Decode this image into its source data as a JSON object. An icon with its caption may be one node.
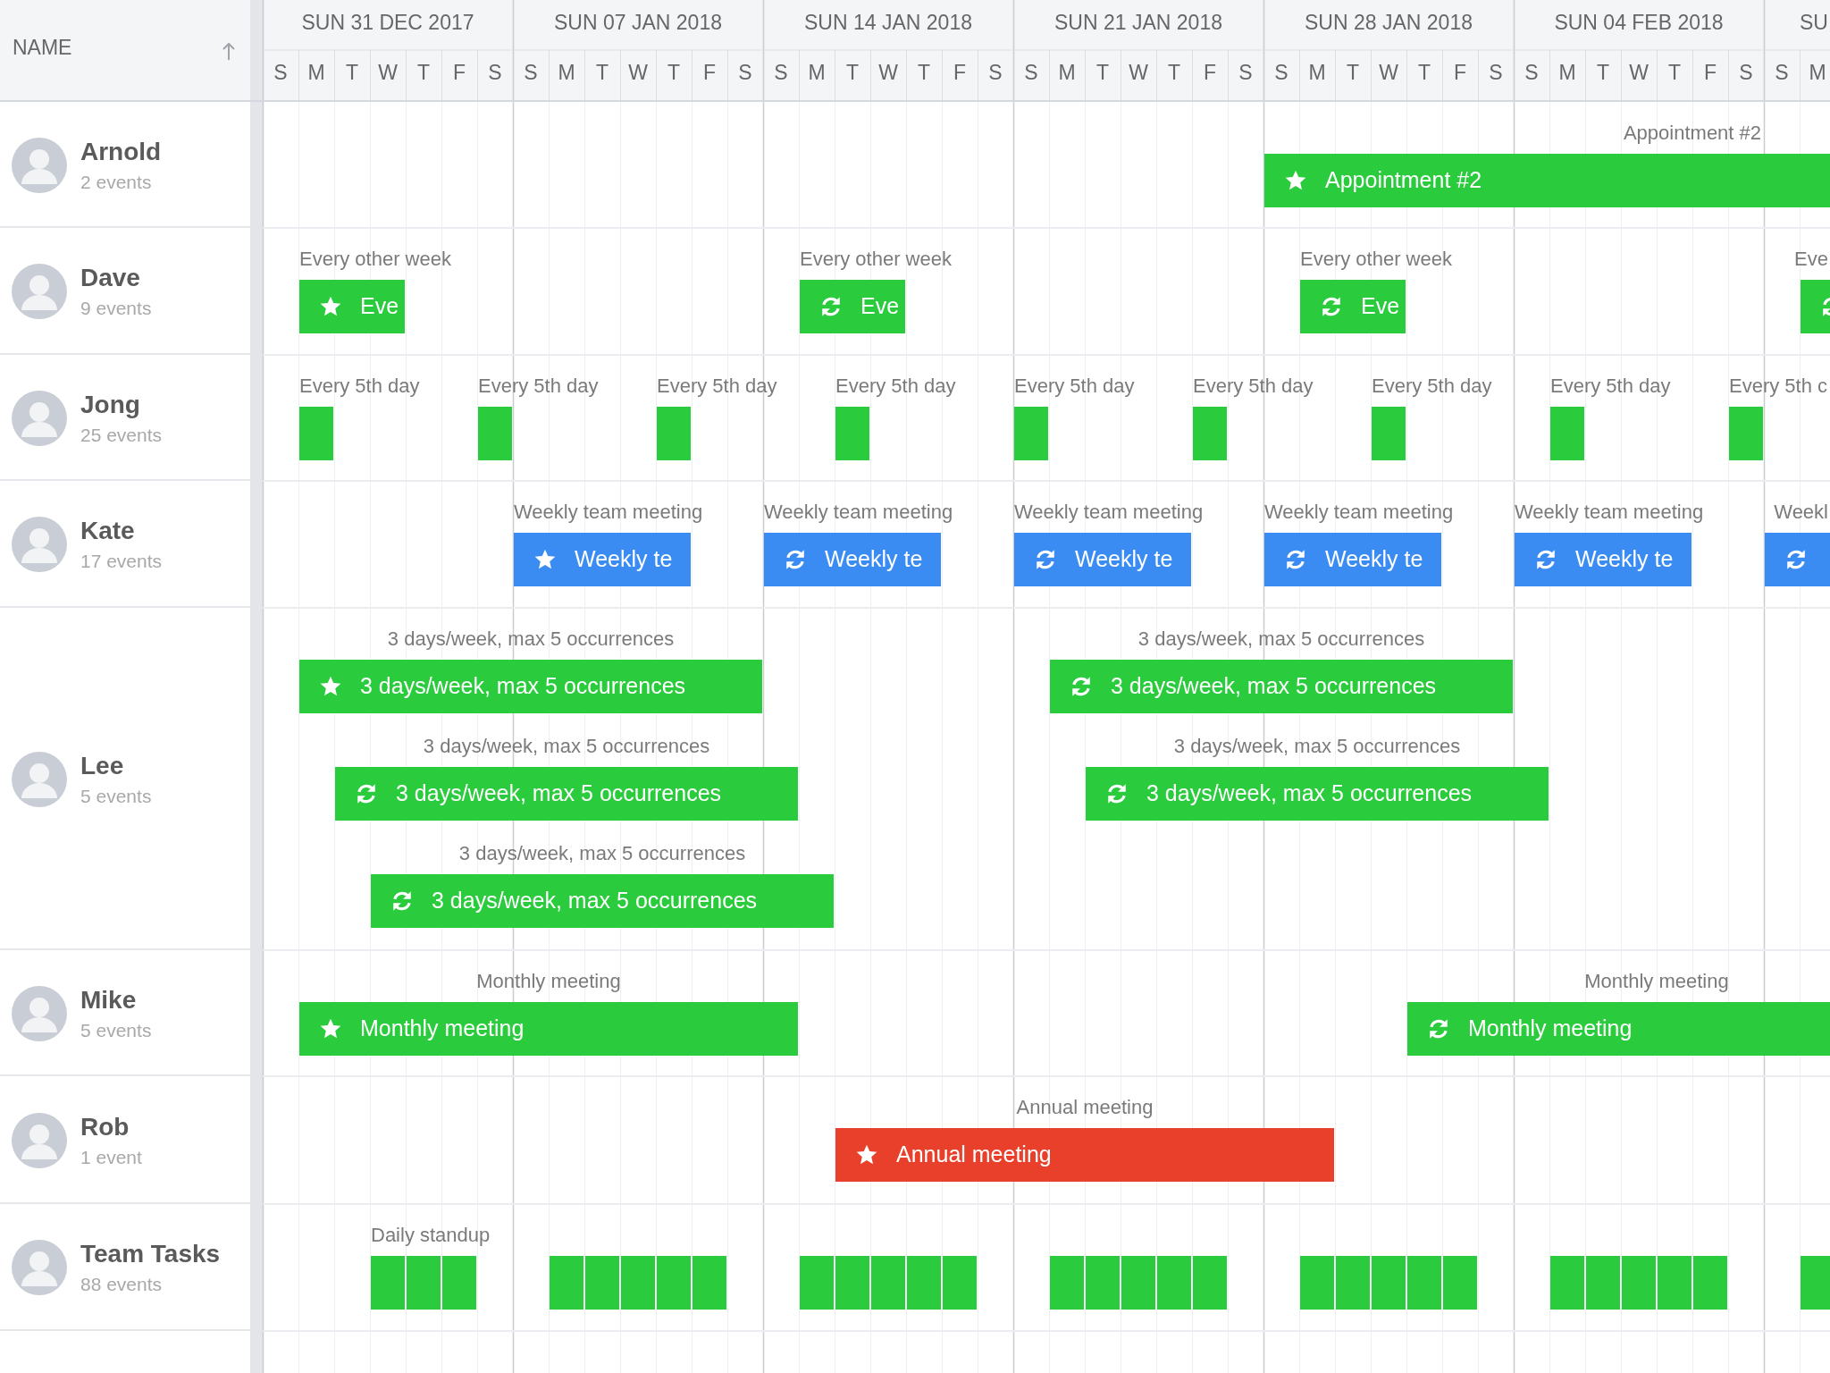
{
  "diagram": {
    "nodes": [
      {
        "text": [
          "Arnold",
          "2 events"
        ]
      },
      {
        "text": [
          "Dave",
          "9 events"
        ]
      },
      {
        "text": [
          "Jong",
          "25 events"
        ]
      },
      {
        "text": [
          "Kate",
          "17 events"
        ]
      },
      {
        "text": [
          "Lee",
          "5 events"
        ]
      },
      {
        "text": [
          "Mike",
          "5 events"
        ]
      },
      {
        "text": [
          "Rob",
          "1 event"
        ]
      },
      {
        "text": [
          "Team Tasks",
          "88 events"
        ]
      },
      {
        "text": [
          "Appointment #2"
        ],
        "beside": [
          "Appointment #2"
        ]
      },
      {
        "text": [
          "Eve"
        ],
        "beside": [
          "Every other week"
        ]
      },
      {
        "text": [
          "Eve"
        ],
        "beside": [
          "Every other week"
        ]
      },
      {
        "text": [
          "Eve"
        ],
        "beside": [
          "Every other week"
        ]
      },
      {
        "text": [],
        "shape": "bar",
        "beside": [
          "Eve"
        ]
      },
      {
        "text": [],
        "shape": "bar",
        "beside": [
          "Every 5th day"
        ]
      },
      {
        "text": [],
        "shape": "bar",
        "beside": [
          "Every 5th day"
        ]
      },
      {
        "text": [],
        "shape": "bar",
        "beside": [
          "Every 5th day"
        ]
      },
      {
        "text": [],
        "shape": "bar",
        "beside": [
          "Every 5th day"
        ]
      },
      {
        "text": [],
        "shape": "bar",
        "beside": [
          "Every 5th day"
        ]
      },
      {
        "text": [],
        "shape": "bar",
        "beside": [
          "Every 5th day"
        ]
      },
      {
        "text": [],
        "shape": "bar",
        "beside": [
          "Every 5th day"
        ]
      },
      {
        "text": [],
        "shape": "bar",
        "beside": [
          "Every 5th day"
        ]
      },
      {
        "text": [],
        "shape": "bar",
        "beside": [
          "Every 5th c"
        ]
      },
      {
        "text": [
          "Weekly te"
        ],
        "beside": [
          "Weekly team meeting"
        ]
      },
      {
        "text": [
          "Weekly te"
        ],
        "beside": [
          "Weekly team meeting"
        ]
      },
      {
        "text": [
          "Weekly te"
        ],
        "beside": [
          "Weekly team meeting"
        ]
      },
      {
        "text": [
          "Weekly te"
        ],
        "beside": [
          "Weekly team meeting"
        ]
      },
      {
        "text": [
          "Weekly te"
        ],
        "beside": [
          "Weekly team meeting"
        ]
      },
      {
        "text": [],
        "shape": "bar",
        "beside": [
          "Weekl"
        ]
      },
      {
        "text": [
          "3 days/week, max 5 occurrences"
        ],
        "beside": [
          "3 days/week, max 5 occurrences"
        ]
      },
      {
        "text": [
          "3 days/week, max 5 occurrences"
        ],
        "beside": [
          "3 days/week, max 5 occurrences"
        ]
      },
      {
        "text": [
          "3 days/week, max 5 occurrences"
        ],
        "beside": [
          "3 days/week, max 5 occurrences"
        ]
      },
      {
        "text": [
          "3 days/week, max 5 occurrences"
        ],
        "beside": [
          "3 days/week, max 5 occurrences"
        ]
      },
      {
        "text": [
          "3 days/week, max 5 occurrences"
        ],
        "beside": [
          "3 days/week, max 5 occurrences"
        ]
      },
      {
        "text": [
          "Monthly meeting"
        ],
        "beside": [
          "Monthly meeting"
        ]
      },
      {
        "text": [
          "Monthly meeting"
        ],
        "beside": [
          "Monthly meeting"
        ]
      },
      {
        "text": [
          "Annual meeting"
        ],
        "beside": [
          "Annual meeting"
        ]
      },
      {
        "text": [],
        "shape": "bar",
        "beside": [
          "Daily standup"
        ]
      },
      {
        "text": [],
        "shape": "bar"
      },
      {
        "text": [],
        "shape": "bar"
      },
      {
        "text": [],
        "shape": "bar"
      },
      {
        "text": [],
        "shape": "bar"
      },
      {
        "text": [],
        "shape": "bar"
      },
      {
        "text": [],
        "shape": "bar"
      },
      {
        "text": [],
        "shape": "bar"
      },
      {
        "text": [],
        "shape": "bar"
      },
      {
        "text": [],
        "shape": "bar"
      },
      {
        "text": [],
        "shape": "bar"
      },
      {
        "text": [],
        "shape": "bar"
      },
      {
        "text": [],
        "shape": "bar"
      },
      {
        "text": [],
        "shape": "bar"
      },
      {
        "text": [],
        "shape": "bar"
      },
      {
        "text": [],
        "shape": "bar"
      },
      {
        "text": [],
        "shape": "bar"
      },
      {
        "text": [],
        "shape": "bar"
      },
      {
        "text": [],
        "shape": "bar"
      },
      {
        "text": [],
        "shape": "bar"
      },
      {
        "text": [],
        "shape": "bar"
      },
      {
        "text": [],
        "shape": "bar"
      },
      {
        "text": [],
        "shape": "bar"
      },
      {
        "text": [],
        "shape": "bar"
      },
      {
        "text": [],
        "shape": "bar"
      },
      {
        "text": [],
        "shape": "bar"
      },
      {
        "text": [],
        "shape": "bar"
      },
      {
        "text": [],
        "shape": "bar"
      },
      {
        "text": [],
        "shape": "bar"
      }
    ],
    "labels": [
      "NAME",
      "SUN 31 DEC 2017",
      "SUN 07 JAN 2018",
      "SUN 14 JAN 2018",
      "SUN 21 JAN 2018",
      "SUN 28 JAN 2018",
      "SUN 04 FEB 2018",
      "SU",
      "S",
      "M",
      "T",
      "W",
      "T",
      "F",
      "S",
      "S",
      "M",
      "T",
      "W",
      "T",
      "F",
      "S",
      "S",
      "M",
      "T",
      "W",
      "T",
      "F",
      "S",
      "S",
      "M",
      "T",
      "W",
      "T",
      "F",
      "S",
      "S",
      "M",
      "T",
      "W",
      "T",
      "F",
      "S",
      "S",
      "M",
      "T",
      "W",
      "T",
      "F",
      "S",
      "S",
      "M"
    ]
  }
}
